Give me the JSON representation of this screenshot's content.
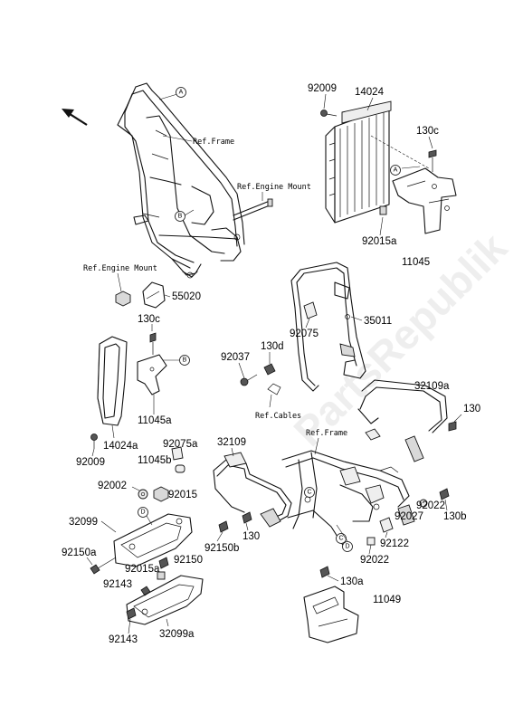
{
  "watermark": "PartsRepublik",
  "direction_icon": "front-arrow-icon",
  "references": {
    "frame_top": "Ref.Frame",
    "engine_mount_top": "Ref.Engine Mount",
    "engine_mount_left": "Ref.Engine Mount",
    "cables": "Ref.Cables",
    "frame_bottom": "Ref.Frame"
  },
  "callouts": {
    "A": "A",
    "B": "B",
    "C": "C",
    "D": "D"
  },
  "parts": {
    "p92009_top": "92009",
    "p14024": "14024",
    "p130c_top": "130c",
    "p92015a_top": "92015a",
    "p11045": "11045",
    "p55020": "55020",
    "p35011": "35011",
    "p92075": "92075",
    "p130c_mid": "130c",
    "p92037": "92037",
    "p130d": "130d",
    "p11045a": "11045a",
    "p32109a": "32109a",
    "p130_right": "130",
    "p14024a": "14024a",
    "p92009_bottom": "92009",
    "p92075a": "92075a",
    "p11045b": "11045b",
    "p32109": "32109",
    "p92002": "92002",
    "p92015": "92015",
    "p32099": "32099",
    "p92150a": "92150a",
    "p92150b": "92150b",
    "p130_mid": "130",
    "p92150": "92150",
    "p92015a_bottom": "92015a",
    "p92143_a": "92143",
    "p92143_b": "92143",
    "p32099a": "32099a",
    "p130b": "130b",
    "p92022_a": "92022",
    "p92027": "92027",
    "p92122": "92122",
    "p92022_b": "92022",
    "p130a": "130a",
    "p11049": "11049"
  }
}
